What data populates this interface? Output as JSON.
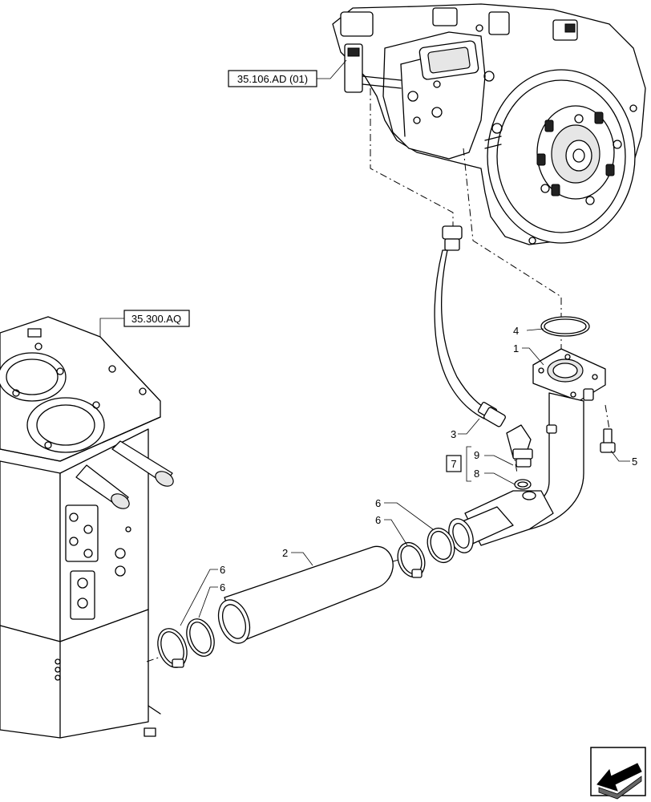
{
  "references": {
    "transmission_ref": "35.106.AD (01)",
    "tank_ref": "35.300.AQ",
    "kit_ref": "7"
  },
  "callouts": {
    "c1": "1",
    "c2": "2",
    "c3": "3",
    "c4": "4",
    "c5": "5",
    "c6a": "6",
    "c6b": "6",
    "c6c": "6",
    "c6d": "6",
    "c8": "8",
    "c9": "9"
  },
  "icons": {
    "nav": "arrow-left-icon"
  }
}
